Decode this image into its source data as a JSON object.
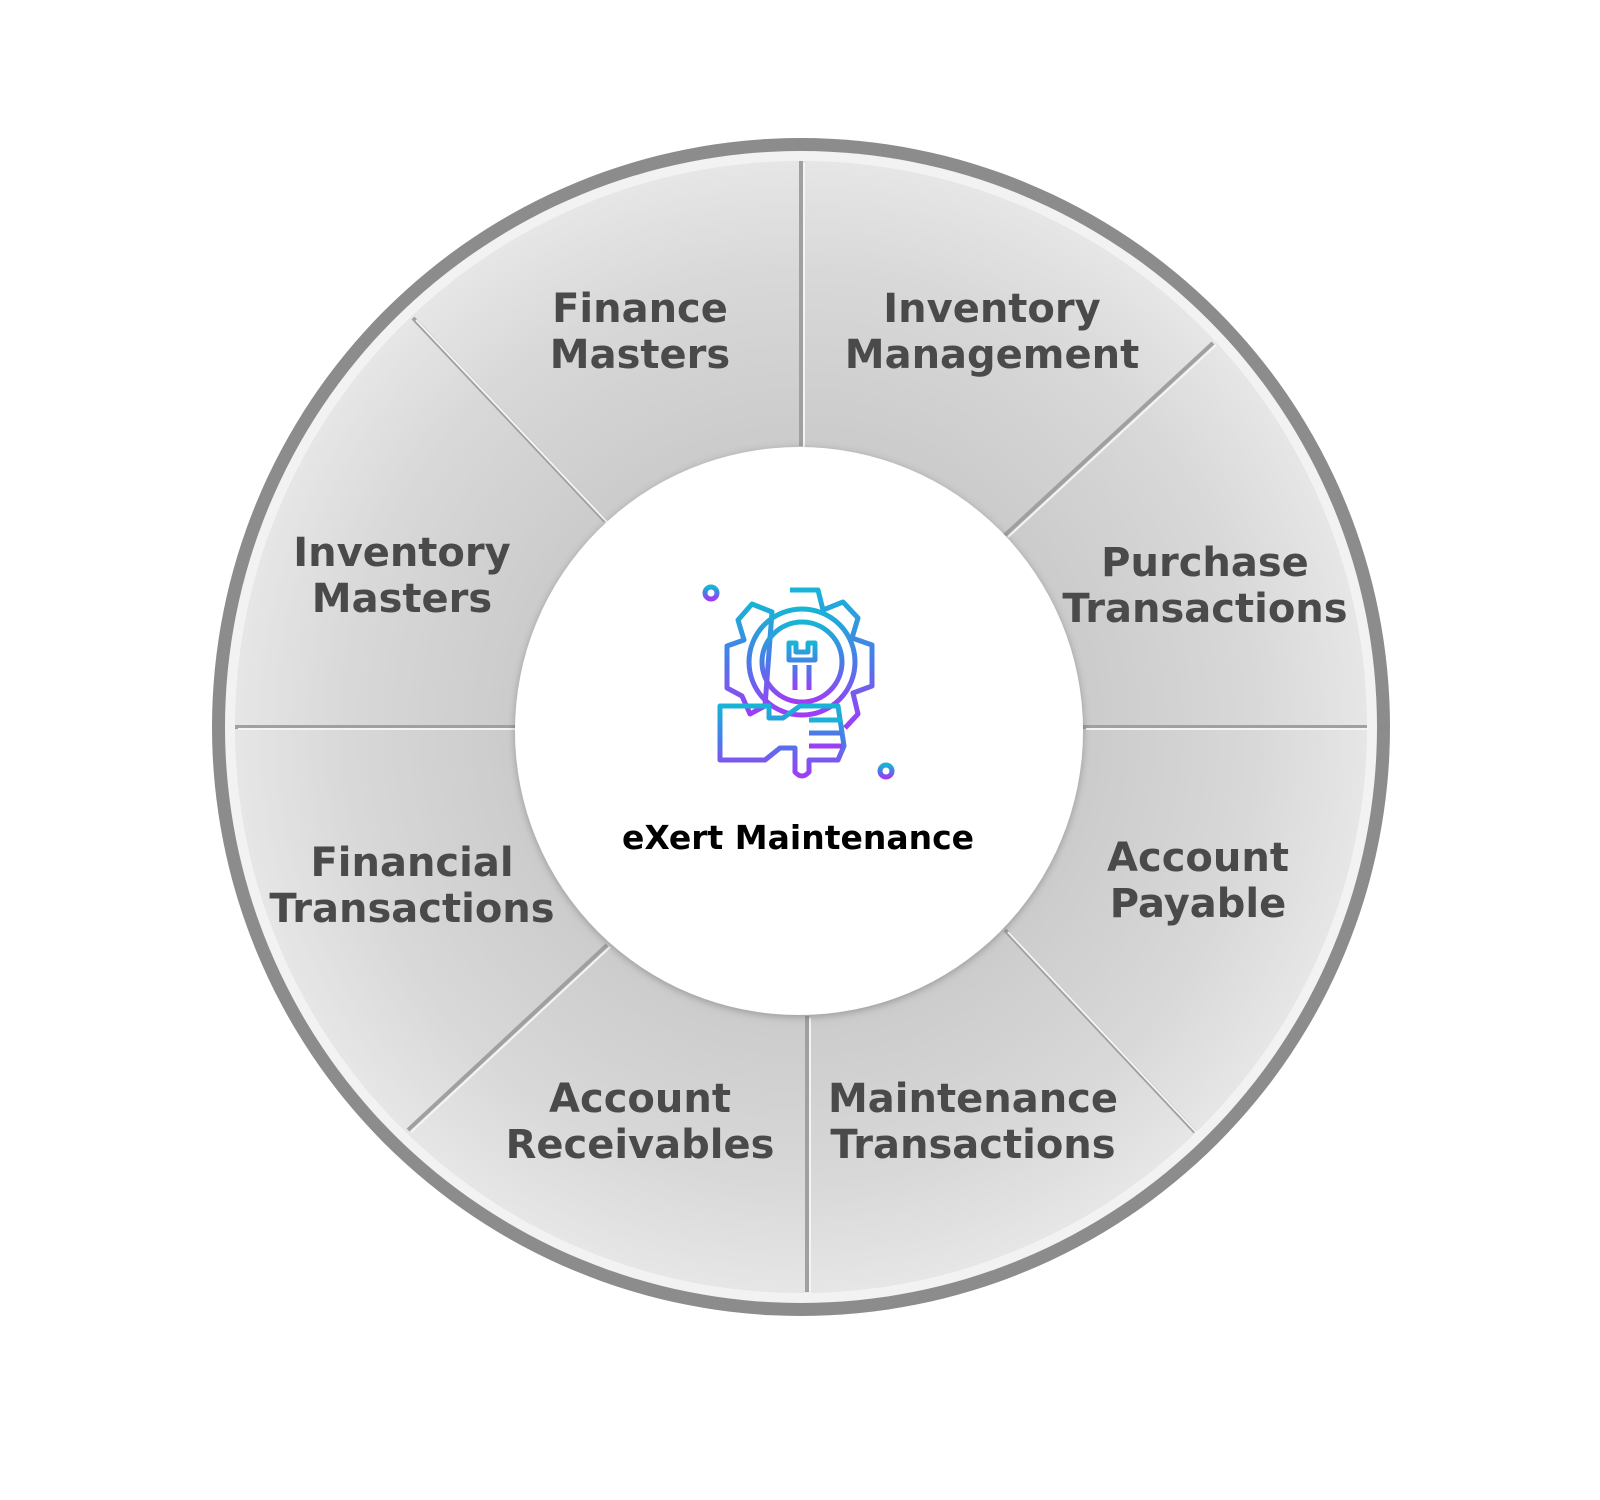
{
  "center": {
    "title": "eXert Maintenance",
    "icon": "gear-wrench-hand-icon"
  },
  "segments": [
    {
      "line1": "Finance",
      "line2": "Masters"
    },
    {
      "line1": "Inventory",
      "line2": "Management"
    },
    {
      "line1": "Purchase",
      "line2": "Transactions"
    },
    {
      "line1": "Account",
      "line2": "Payable"
    },
    {
      "line1": "Maintenance",
      "line2": "Transactions"
    },
    {
      "line1": "Account",
      "line2": "Receivables"
    },
    {
      "line1": "Financial",
      "line2": "Transactions"
    },
    {
      "line1": "Inventory",
      "line2": "Masters"
    }
  ],
  "colors": {
    "ring": "#8c8c8c",
    "segment": "#d6d6d6",
    "text": "#4a4a4a",
    "icon_top": "#1ab0d8",
    "icon_bottom": "#9b3cf5"
  }
}
